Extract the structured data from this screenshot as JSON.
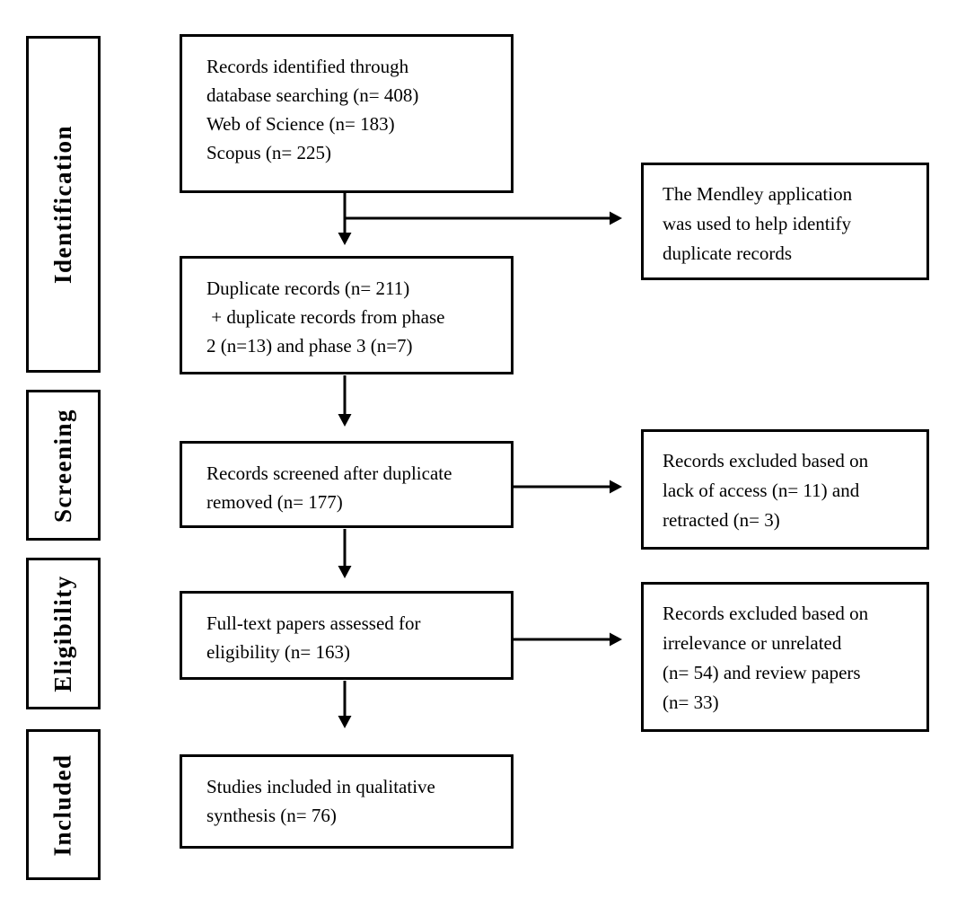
{
  "stages": [
    {
      "label": "Identification"
    },
    {
      "label": "Screening"
    },
    {
      "label": "Eligibility"
    },
    {
      "label": "Included"
    }
  ],
  "main_boxes": [
    {
      "name": "records-identified",
      "lines": [
        "Records identified through",
        "database searching (n= 408)",
        "Web of Science (n= 183)",
        "Scopus (n= 225)"
      ]
    },
    {
      "name": "duplicate-records",
      "lines": [
        "Duplicate records (n= 211)",
        " + duplicate records from phase",
        "2 (n=13) and phase 3 (n=7)"
      ]
    },
    {
      "name": "records-screened",
      "lines": [
        "Records screened after duplicate",
        "removed (n= 177)"
      ]
    },
    {
      "name": "fulltext-assessed",
      "lines": [
        "Full-text papers assessed for",
        "eligibility (n= 163)"
      ]
    },
    {
      "name": "studies-included",
      "lines": [
        "Studies included in qualitative",
        "synthesis (n= 76)"
      ]
    }
  ],
  "side_boxes": [
    {
      "name": "mendley-note",
      "lines": [
        "The Mendley application",
        "was used to help identify",
        "duplicate records"
      ]
    },
    {
      "name": "excluded-screening",
      "lines": [
        "Records excluded based on",
        "lack of access (n= 11) and",
        "retracted (n= 3)"
      ]
    },
    {
      "name": "excluded-eligibility",
      "lines": [
        "Records excluded based on",
        "irrelevance or unrelated",
        "(n= 54) and review papers",
        "(n= 33)"
      ]
    }
  ],
  "colors": {
    "border": "#000000",
    "background": "#ffffff",
    "text": "#000000"
  }
}
